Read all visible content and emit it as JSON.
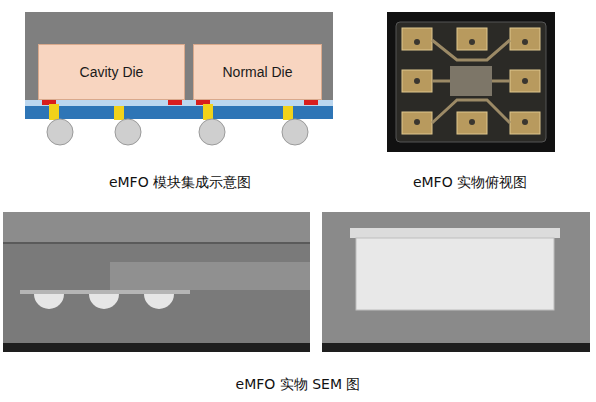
{
  "diagram": {
    "nodes": [
      {
        "text": [
          "Cavity Die"
        ]
      },
      {
        "text": [
          "Normal Die"
        ]
      }
    ],
    "labels": [
      "eMFO 模块集成示意图",
      "eMFO 实物俯视图",
      "eMFO 实物 SEM 图"
    ]
  }
}
